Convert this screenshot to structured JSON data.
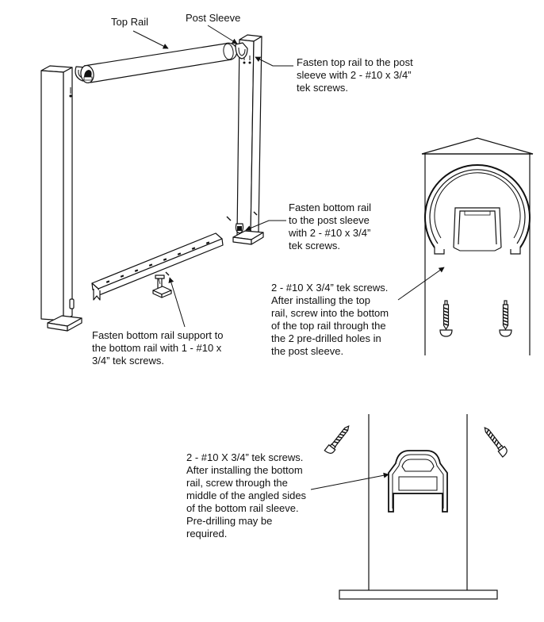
{
  "labels": {
    "top_rail": "Top Rail",
    "post_sleeve": "Post Sleeve"
  },
  "notes": {
    "top_rail_fasten": "Fasten top rail to the post\nsleeve with 2 - #10 x 3/4”\ntek screws.",
    "bottom_rail_fasten": "Fasten bottom rail\nto the post sleeve\nwith 2 - #10 x 3/4”\ntek screws.",
    "support_fasten": "Fasten bottom rail support to\nthe bottom rail with 1 - #10 x\n3/4” tek screws.",
    "top_rail_screws": "2 - #10 X 3/4” tek screws.\nAfter installing the top\nrail, screw into the bottom\nof the top rail through the\nthe 2 pre-drilled holes in\nthe post sleeve.",
    "bottom_rail_screws": "2 - #10 X 3/4” tek screws.\nAfter installing the bottom\nrail, screw through the\nmiddle of the angled sides\nof the bottom rail sleeve.\nPre-drilling may be\nrequired."
  },
  "icons": [
    "tek-screw-icon"
  ]
}
